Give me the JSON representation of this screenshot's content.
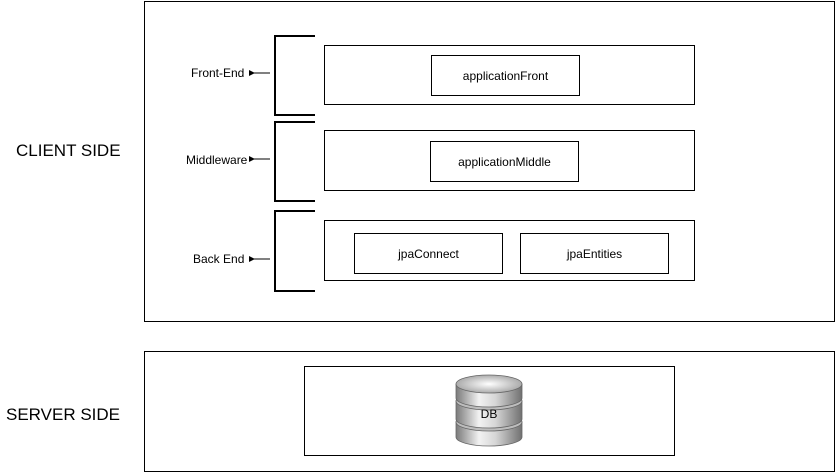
{
  "sides": {
    "client": "CLIENT SIDE",
    "server": "SERVER SIDE"
  },
  "layers": {
    "front": {
      "label": "Front-End",
      "modules": [
        "applicationFront"
      ]
    },
    "middle": {
      "label": "Middleware",
      "modules": [
        "applicationMiddle"
      ]
    },
    "back": {
      "label": "Back End",
      "modules": [
        "jpaConnect",
        "jpaEntities"
      ]
    }
  },
  "server": {
    "db_label": "DB",
    "db_icon": "database-cylinder-icon"
  },
  "colors": {
    "stroke": "#000000",
    "db_light": "#e8e8e8",
    "db_dark": "#8a8a8a"
  }
}
